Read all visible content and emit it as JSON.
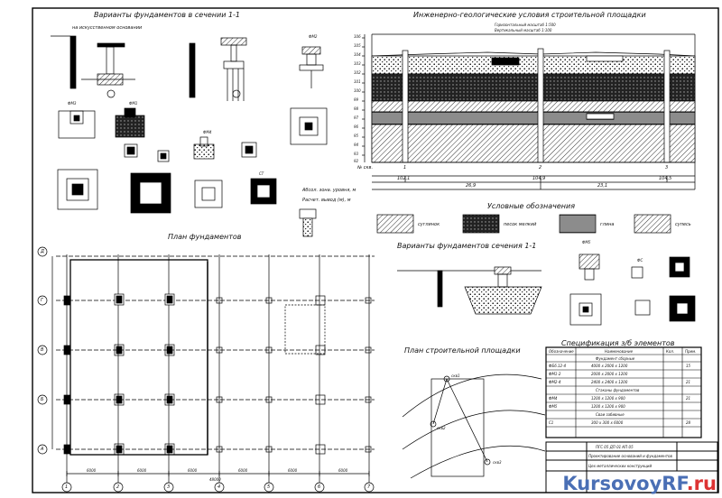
{
  "titles": {
    "foundation_variants_1": "Варианты фундаментов в сечении 1-1",
    "foundation_variants_2": "Варианты фундаментов сечения 1-1",
    "geology": "Инженерно-геологические условия строительной площадки",
    "foundation_plan": "План фундаментов",
    "site_plan": "План строительной площадки",
    "legend": "Условные обозначения",
    "spec": "Спецификация з/б элементов"
  },
  "geology": {
    "scale_h": "Горизонтальный масштаб 1:500",
    "scale_v": "Вертикальный масштаб 1:100",
    "row_label": "№ скв.",
    "wells": [
      "1",
      "2",
      "3"
    ],
    "elevations": [
      "102,1",
      "104,9",
      "104,5"
    ],
    "distances": [
      "26,9",
      "23,1"
    ],
    "axis": [
      "106",
      "105",
      "104",
      "103",
      "102",
      "101",
      "100",
      "99",
      "98",
      "97",
      "96",
      "95",
      "94",
      "93",
      "92"
    ]
  },
  "legend": {
    "items": [
      "суглинок",
      "песок мелкий",
      "глина",
      "супесь"
    ]
  },
  "notes": {
    "label1": "Абсол. зона. уровня, м",
    "label2": "Расчет. вывод (м), м",
    "fdn_label": "на искусственном основании"
  },
  "marks": {
    "fdn": [
      "ФМ1",
      "ФМ2",
      "ФМ3",
      "ФМ4",
      "ФМ5",
      "ФС",
      "СТ"
    ],
    "wells": [
      "скв1",
      "скв2",
      "скв3"
    ]
  },
  "plan": {
    "rows": [
      "Д",
      "Г",
      "В",
      "Б",
      "А"
    ],
    "cols": [
      "1",
      "2",
      "3",
      "4",
      "5",
      "6",
      "7"
    ],
    "dims": [
      "6000",
      "6000",
      "6000",
      "6000",
      "6000",
      "6000"
    ],
    "total": "48000"
  },
  "spec": {
    "headers": [
      "Обозначение",
      "Наименование",
      "Кол.",
      "Прим."
    ],
    "rows": [
      [
        "",
        "Фундамент сборные",
        "",
        ""
      ],
      [
        "ФБ6.12-4",
        "4000 x 2000 х 1200",
        "",
        "15"
      ],
      [
        "ФМ1-2",
        "2000 x 2000 x 1200",
        "",
        ""
      ],
      [
        "ФМ2-4",
        "2400 x 2400 x 1200",
        "",
        "21"
      ],
      [
        "",
        "Стаканы фундаментов",
        "",
        ""
      ],
      [
        "ФМ4",
        "1200 x 1200 x 900",
        "",
        "21"
      ],
      [
        "ФМ5",
        "1200 x 1200 x 900",
        "",
        ""
      ],
      [
        "",
        "Сваи забивные",
        "",
        ""
      ],
      [
        "С1",
        "300 x 300 x 6000",
        "",
        "28"
      ]
    ]
  },
  "stamp": {
    "code": "ПГС 05 ДП 01 КП 05",
    "title": "Проектирование оснований и фундаментов",
    "subject": "Цех металлических конструкций"
  },
  "watermark": {
    "text": "KursovoyRF",
    "domain": ".ru"
  }
}
